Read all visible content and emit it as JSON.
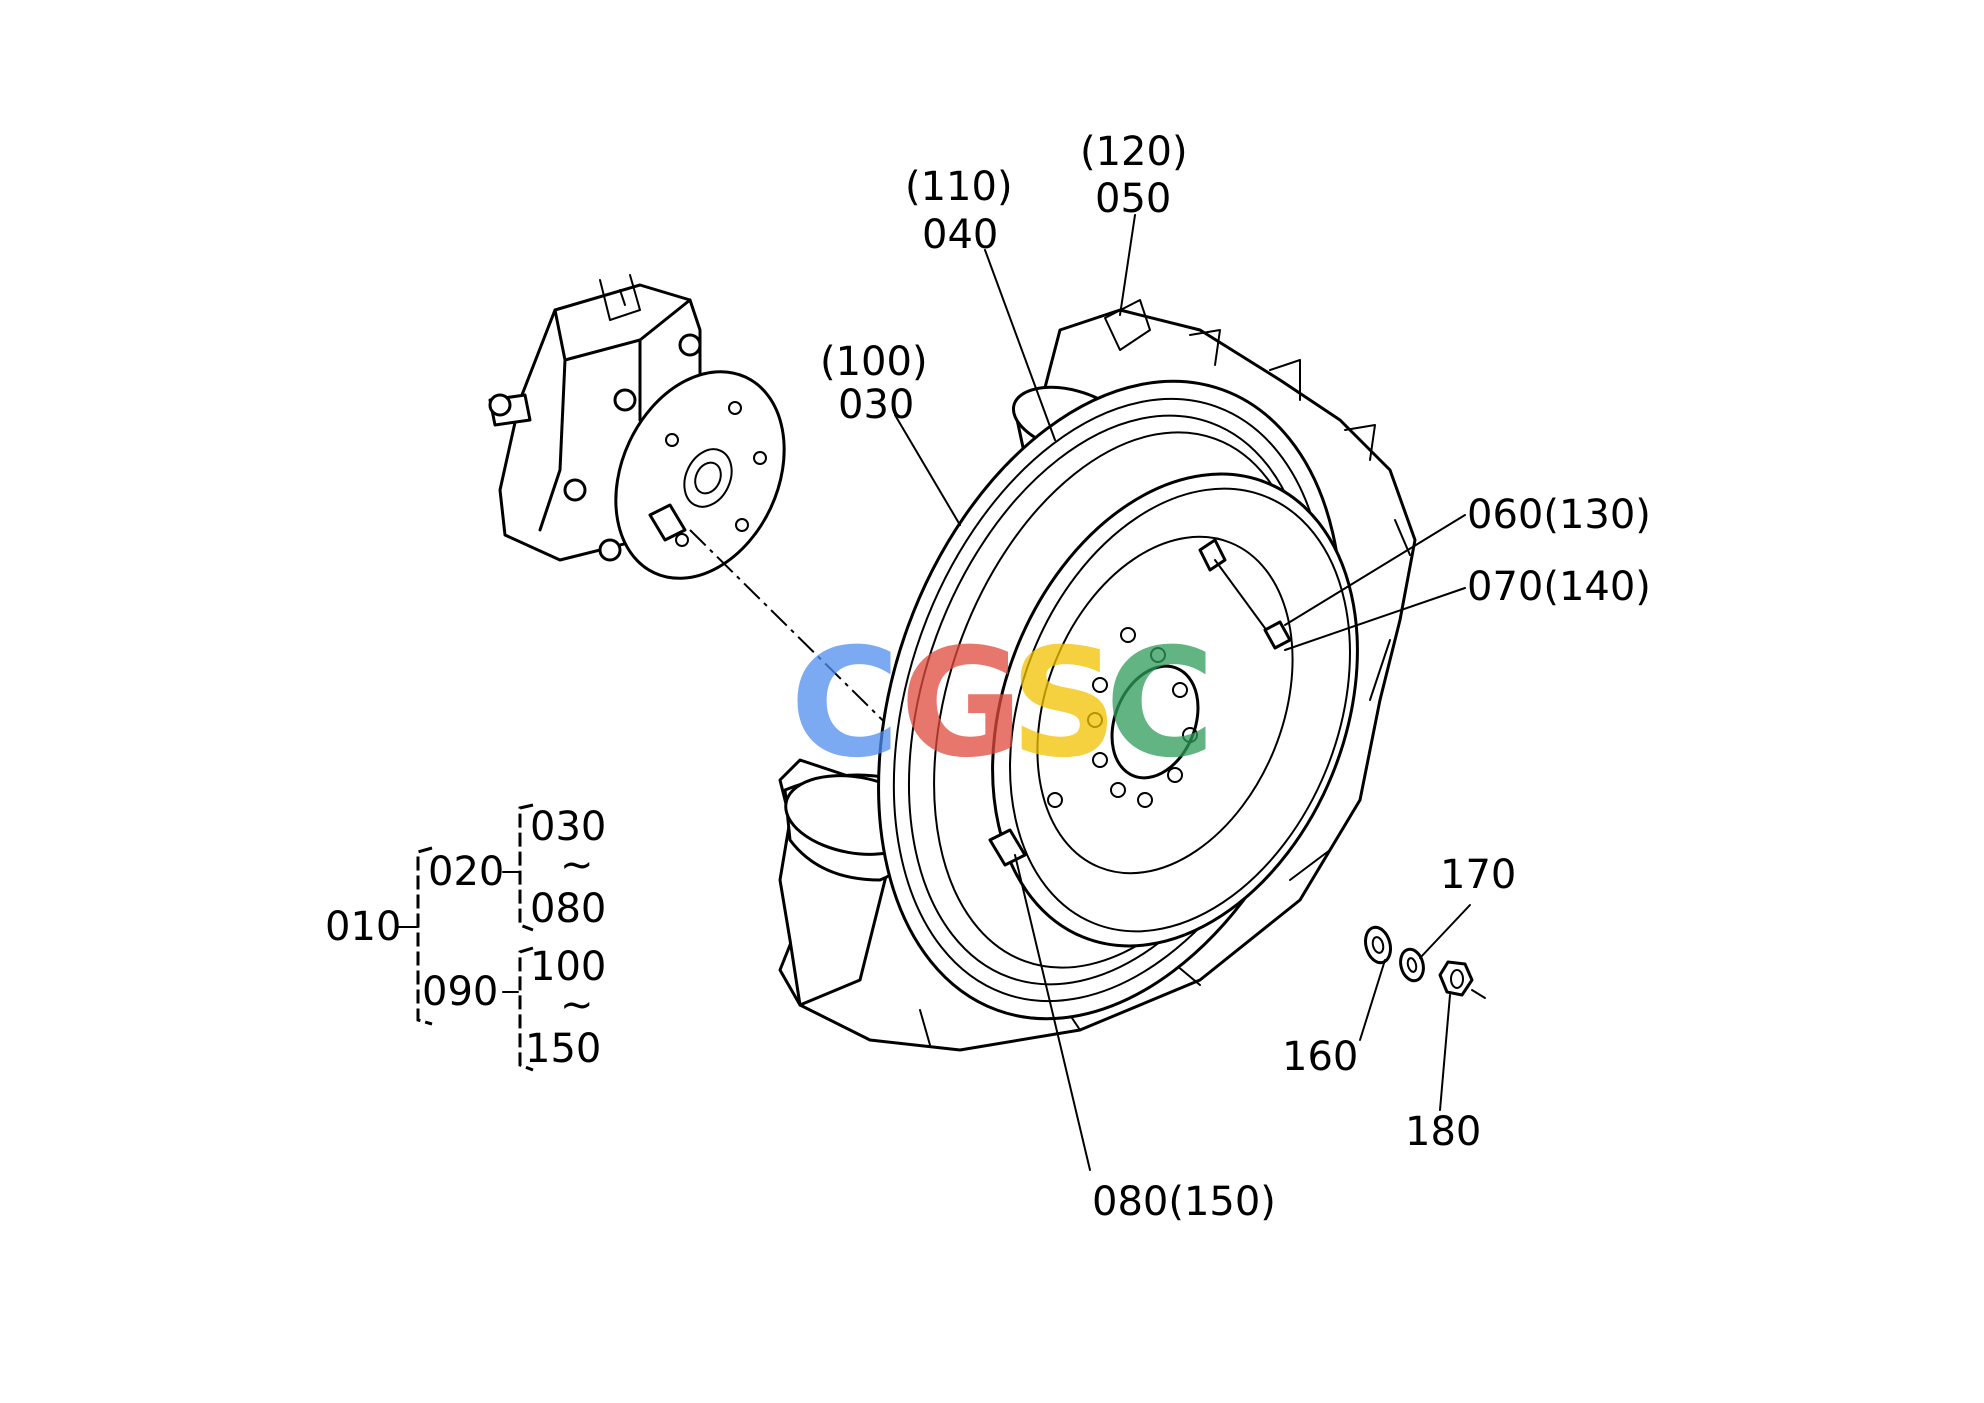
{
  "callouts": {
    "c_100": "(100)",
    "c_030": "030",
    "c_110": "(110)",
    "c_040": "040",
    "c_120": "(120)",
    "c_050": "050",
    "c_060": "060(130)",
    "c_070": "070(140)",
    "c_170": "170",
    "c_160": "160",
    "c_180": "180",
    "c_080": "080(150)"
  },
  "parts_tree": {
    "root": "010",
    "group_a": "020",
    "group_a_from": "030",
    "group_a_to": "080",
    "group_b": "090",
    "group_b_from": "100",
    "group_b_to": "150",
    "range_mark": "~"
  },
  "watermark": {
    "letters": [
      "C",
      "G",
      "S",
      "C"
    ],
    "colors": [
      "#4f8ef0",
      "#e04a3c",
      "#f3c200",
      "#2e9b5a"
    ]
  }
}
